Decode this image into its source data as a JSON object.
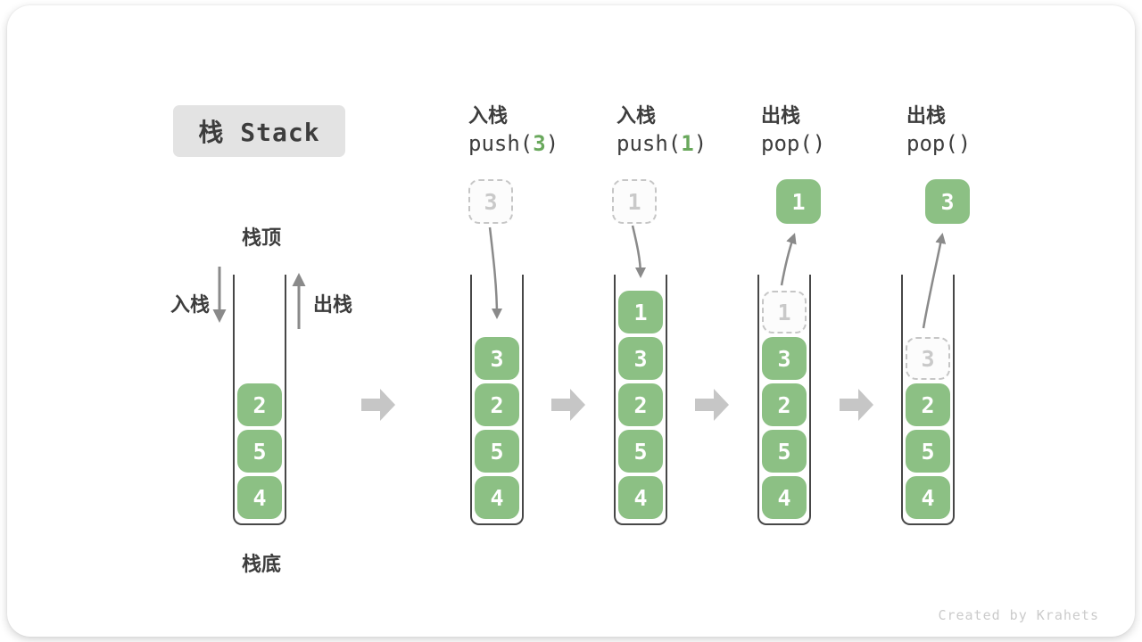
{
  "title": {
    "label": "栈 Stack"
  },
  "labels": {
    "stack_top": "栈顶",
    "stack_bottom": "栈底",
    "push": "入栈",
    "pop": "出栈"
  },
  "operations": [
    {
      "name": "入栈",
      "code_pre": "push(",
      "code_arg": "3",
      "code_post": ")",
      "floating_value": "3",
      "floating_style": "dashed"
    },
    {
      "name": "入栈",
      "code_pre": "push(",
      "code_arg": "1",
      "code_post": ")",
      "floating_value": "1",
      "floating_style": "dashed"
    },
    {
      "name": "出栈",
      "code_pre": "pop(",
      "code_arg": "",
      "code_post": ")",
      "floating_value": "1",
      "floating_style": "solid"
    },
    {
      "name": "出栈",
      "code_pre": "pop(",
      "code_arg": "",
      "code_post": ")",
      "floating_value": "3",
      "floating_style": "solid"
    }
  ],
  "stacks": [
    {
      "id": "initial",
      "items": [
        "2",
        "5",
        "4"
      ]
    },
    {
      "id": "after-push-3",
      "items": [
        "3",
        "2",
        "5",
        "4"
      ]
    },
    {
      "id": "after-push-1",
      "items": [
        "1",
        "3",
        "2",
        "5",
        "4"
      ]
    },
    {
      "id": "after-pop-1",
      "ghost": "1",
      "items": [
        "3",
        "2",
        "5",
        "4"
      ]
    },
    {
      "id": "after-pop-3",
      "ghost": "3",
      "items": [
        "2",
        "5",
        "4"
      ]
    }
  ],
  "watermark": "Created by Krahets",
  "colors": {
    "item_green": "#8CC084",
    "accent_green": "#69A85C",
    "thin_arrow_gray": "#8A8A8A",
    "block_arrow_gray": "#C6C6C6",
    "text_dark": "#3D3D3D",
    "ghost_gray": "#C9C9C9",
    "title_bg": "#E3E3E3",
    "wall_dark": "#474747"
  }
}
